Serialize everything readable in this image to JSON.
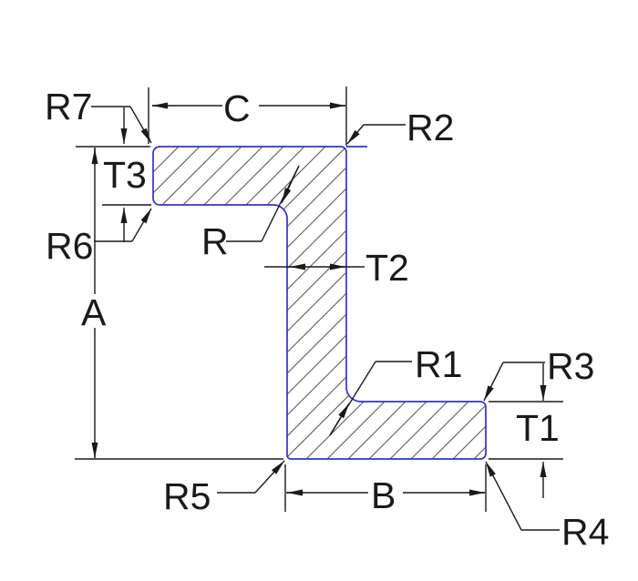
{
  "drawing": {
    "dimension_labels": {
      "overall_height": "A",
      "bottom_flange_width": "B",
      "top_flange_width": "C",
      "bottom_flange_thickness": "T1",
      "web_thickness": "T2",
      "top_flange_thickness": "T3"
    },
    "radius_labels": {
      "web_top_inner_fillet": "R",
      "web_bottom_inner_fillet": "R1",
      "top_right_corner": "R2",
      "flange_right_top_corner": "R3",
      "flange_right_bottom_corner": "R4",
      "flange_bottom_left_corner": "R5",
      "top_flange_lower_left_corner": "R6",
      "top_flange_upper_left_corner": "R7"
    },
    "colors": {
      "profile_outline": "#3333cc",
      "dimension_lines": "#1a1a1a",
      "hatch_lines": "#5a5a5a",
      "background": "#ffffff"
    }
  }
}
